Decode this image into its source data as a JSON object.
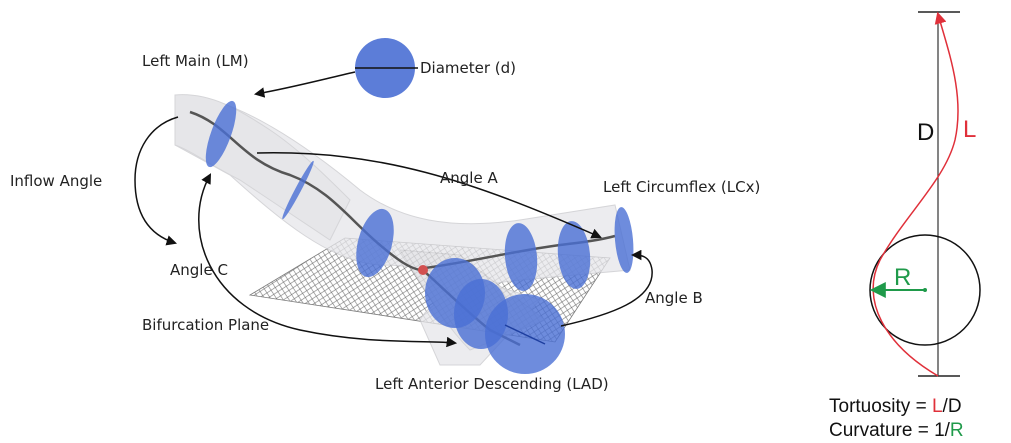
{
  "labels": {
    "diameter": "Diameter (d)",
    "left_main": "Left Main (LM)",
    "inflow_angle": "Inflow Angle",
    "angle_a": "Angle A",
    "left_circumflex": "Left Circumflex (LCx)",
    "angle_c": "Angle C",
    "angle_b": "Angle B",
    "bifurcation_plane": "Bifurcation Plane",
    "lad": "Left Anterior Descending (LAD)"
  },
  "tortuosity": {
    "d_label": "D",
    "l_label": "L",
    "r_label": "R",
    "tortuosity_prefix": "Tortuosity = ",
    "tortuosity_l": "L",
    "tortuosity_suffix": "/D",
    "curvature_prefix": "Curvature = 1/",
    "curvature_r": "R"
  },
  "colors": {
    "red": "#e0303a",
    "green": "#1f9a4a",
    "blue_disk": "#4a6fd4",
    "vessel": "#d8d8dc"
  }
}
